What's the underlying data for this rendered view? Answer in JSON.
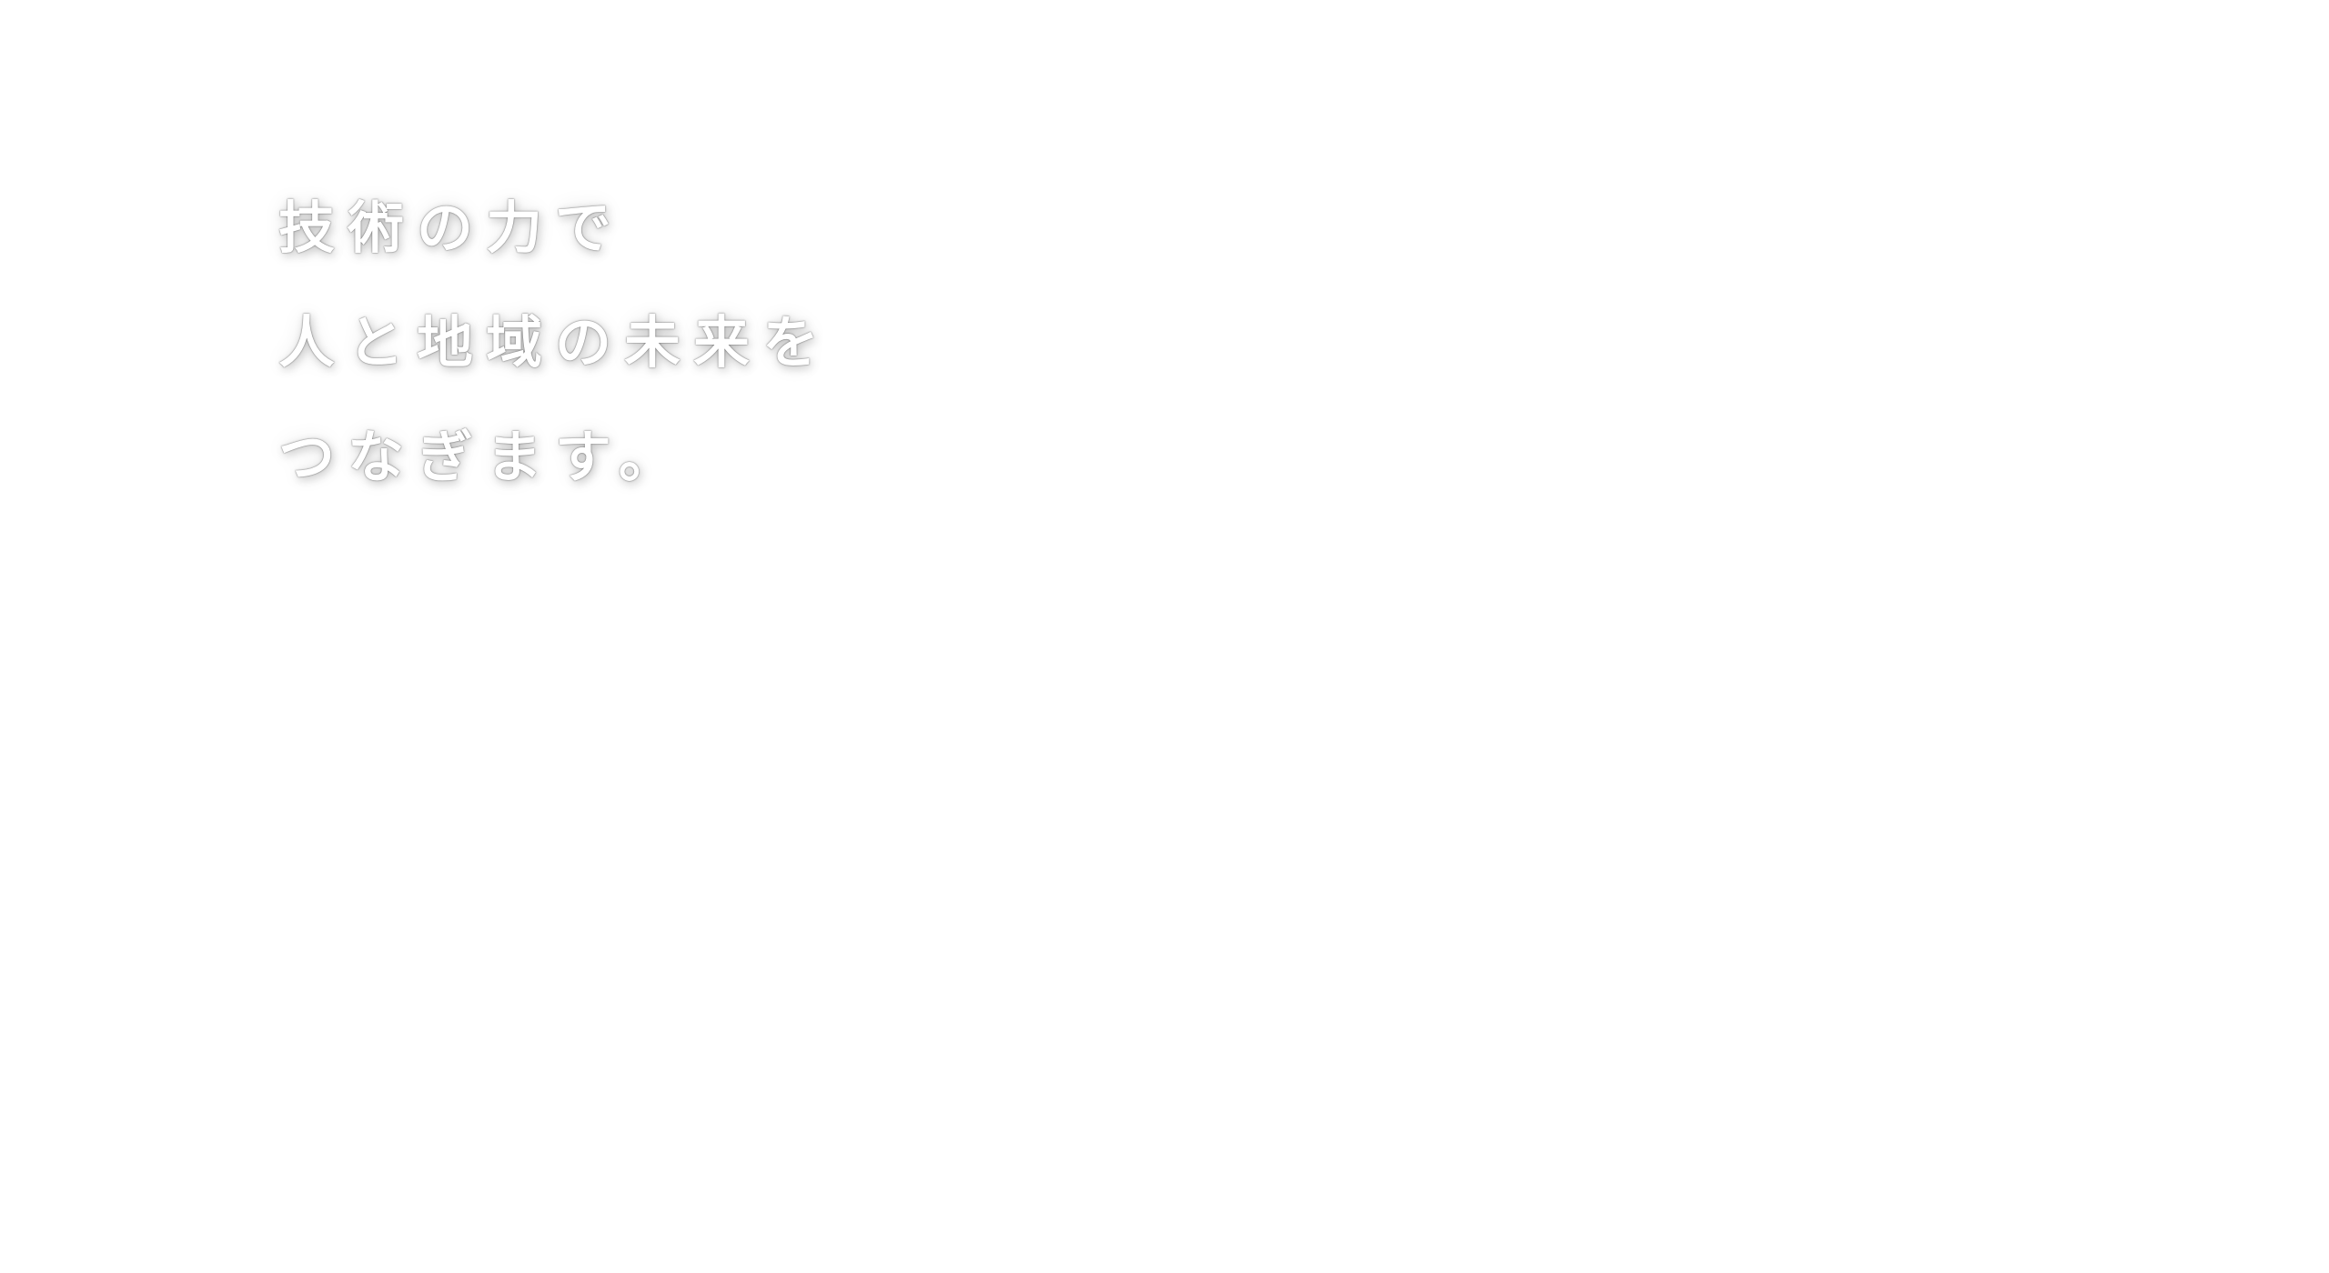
{
  "hero": {
    "lines": [
      "技術の力で",
      "人と地域の未来を",
      "つなぎます。"
    ]
  },
  "colors": {
    "background": "#ffffff",
    "text": "#ffffff",
    "shadow": "#000000"
  }
}
